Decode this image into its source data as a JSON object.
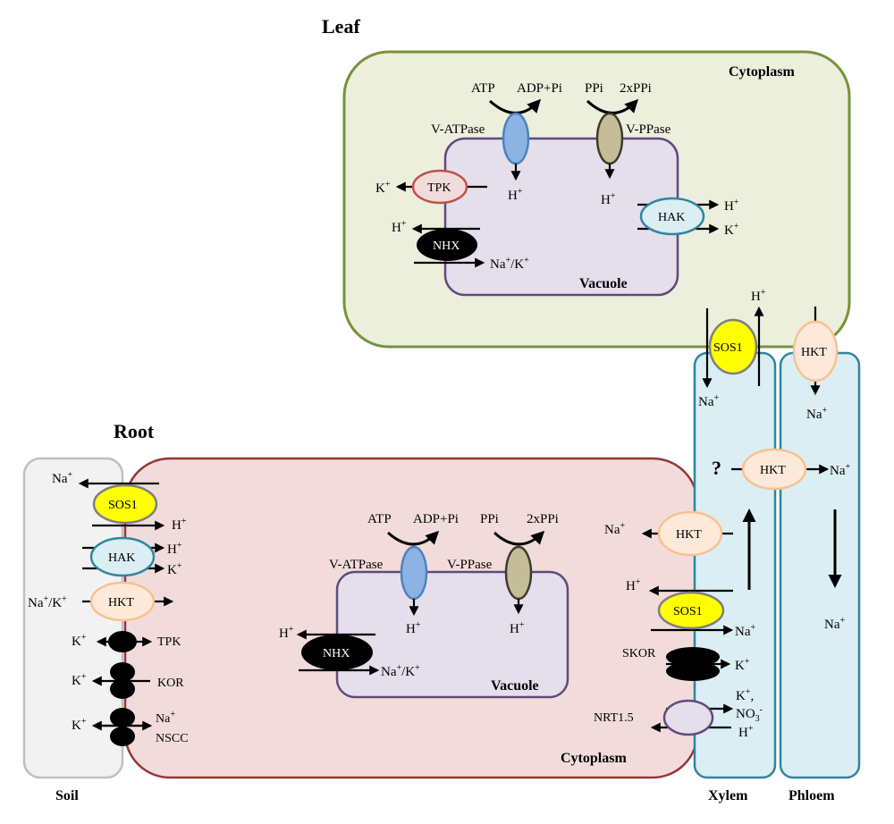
{
  "titles": {
    "leaf": "Leaf",
    "root": "Root"
  },
  "regions": {
    "leaf_cytoplasm": "Cytoplasm",
    "leaf_vacuole": "Vacuole",
    "root_cytoplasm": "Cytoplasm",
    "root_vacuole": "Vacuole",
    "soil": "Soil",
    "xylem": "Xylem",
    "phloem": "Phloem"
  },
  "transporters": {
    "v_atpase": "V-ATPase",
    "v_ppase": "V-PPase",
    "tpk": "TPK",
    "nhx": "NHX",
    "hak": "HAK",
    "hkt": "HKT",
    "sos1": "SOS1",
    "kor": "KOR",
    "nscc": "NSCC",
    "skor": "SKOR",
    "nrt": "NRT1.5"
  },
  "substrates": {
    "atp": "ATP",
    "adp_pi": "ADP+Pi",
    "ppi": "PPi",
    "two_ppi": "2xPPi"
  },
  "ions": {
    "h": "H",
    "k": "K",
    "na": "Na",
    "na_k": "Na",
    "na_k_mid": "/K",
    "plus": "+",
    "k_comma": "K",
    "no3": "NO",
    "three": "3",
    "minus": "-",
    "comma": ","
  },
  "question": "?",
  "colors": {
    "leaf_fill": "#ebefdc",
    "leaf_stroke": "#77933c",
    "vacuole_fill": "#e5dfec",
    "vacuole_stroke": "#604a7b",
    "root_fill": "#f2dcdb",
    "root_stroke": "#943634",
    "soil_fill": "#f2f2f2",
    "soil_stroke": "#bfbfbf",
    "vessel_fill": "#dbeef3",
    "vessel_stroke": "#31859c",
    "sos1_fill": "#ffff00",
    "hak_fill": "#daeef3",
    "hkt_fill": "#fde9d9",
    "hkt_stroke": "#fac090",
    "tpk_fill": "#f2dcdb",
    "tpk_stroke": "#c0504d",
    "v_atpase_fill": "#8db3e2",
    "v_ppase_fill": "#c4bd97",
    "nrt_fill": "#e5dfec"
  }
}
